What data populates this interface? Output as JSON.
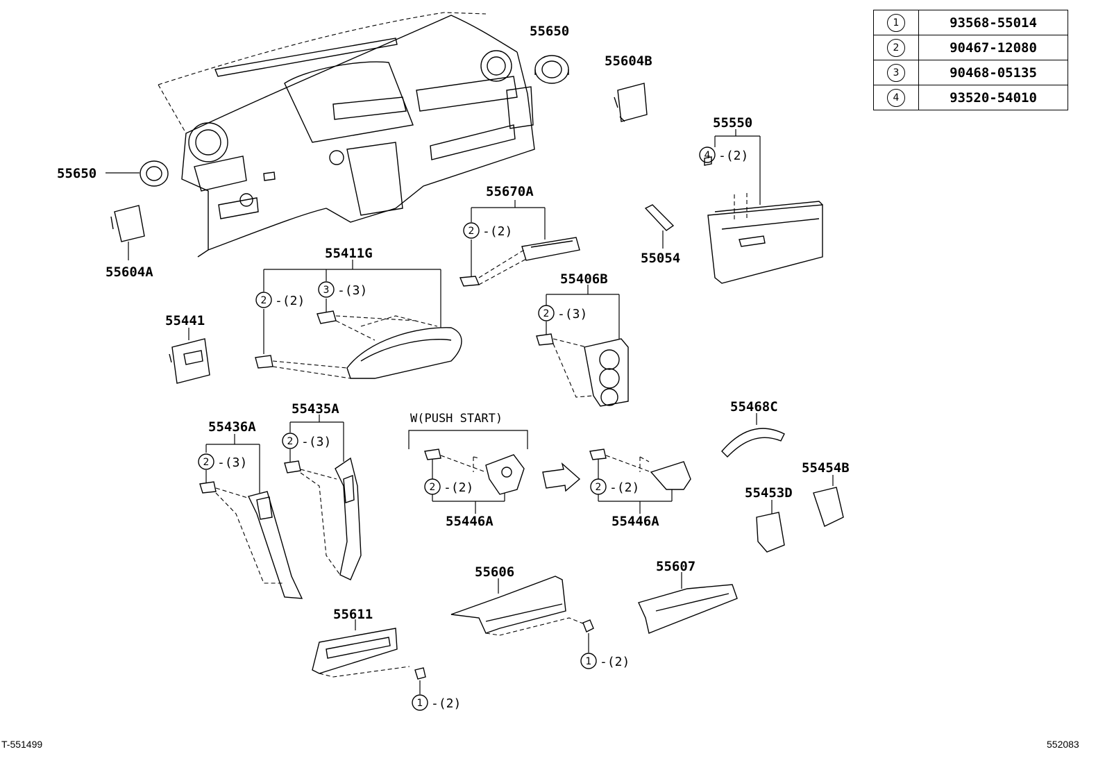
{
  "legend": [
    {
      "ref": "1",
      "part_no": "93568-55014"
    },
    {
      "ref": "2",
      "part_no": "90467-12080"
    },
    {
      "ref": "3",
      "part_no": "90468-05135"
    },
    {
      "ref": "4",
      "part_no": "93520-54010"
    }
  ],
  "labels": {
    "p55650_top": "55650",
    "p55604B": "55604B",
    "p55650_left": "55650",
    "p55604A": "55604A",
    "p55550": "55550",
    "p55670A": "55670A",
    "p55054": "55054",
    "p55411G": "55411G",
    "p55406B": "55406B",
    "p55441": "55441",
    "p55435A": "55435A",
    "p55436A": "55436A",
    "p55446A_left": "55446A",
    "p55446A_right": "55446A",
    "p55468C": "55468C",
    "p55454B": "55454B",
    "p55453D": "55453D",
    "p55606": "55606",
    "p55607": "55607",
    "p55611": "55611"
  },
  "callouts": {
    "c55550": {
      "ref": "4",
      "qty": "-(2)"
    },
    "c55670A": {
      "ref": "2",
      "qty": "-(2)"
    },
    "c55411G_a": {
      "ref": "2",
      "qty": "-(2)"
    },
    "c55411G_b": {
      "ref": "3",
      "qty": "-(3)"
    },
    "c55406B": {
      "ref": "2",
      "qty": "-(3)"
    },
    "c55435A": {
      "ref": "2",
      "qty": "-(3)"
    },
    "c55436A": {
      "ref": "2",
      "qty": "-(3)"
    },
    "c55446A_left": {
      "ref": "2",
      "qty": "-(2)"
    },
    "c55446A_right": {
      "ref": "2",
      "qty": "-(2)"
    },
    "c55606": {
      "ref": "1",
      "qty": "-(2)"
    },
    "c55611": {
      "ref": "1",
      "qty": "-(2)"
    }
  },
  "notes": {
    "push_start": "W(PUSH START)"
  },
  "footer": {
    "left_code": "T-551499",
    "right_code": "552083"
  }
}
